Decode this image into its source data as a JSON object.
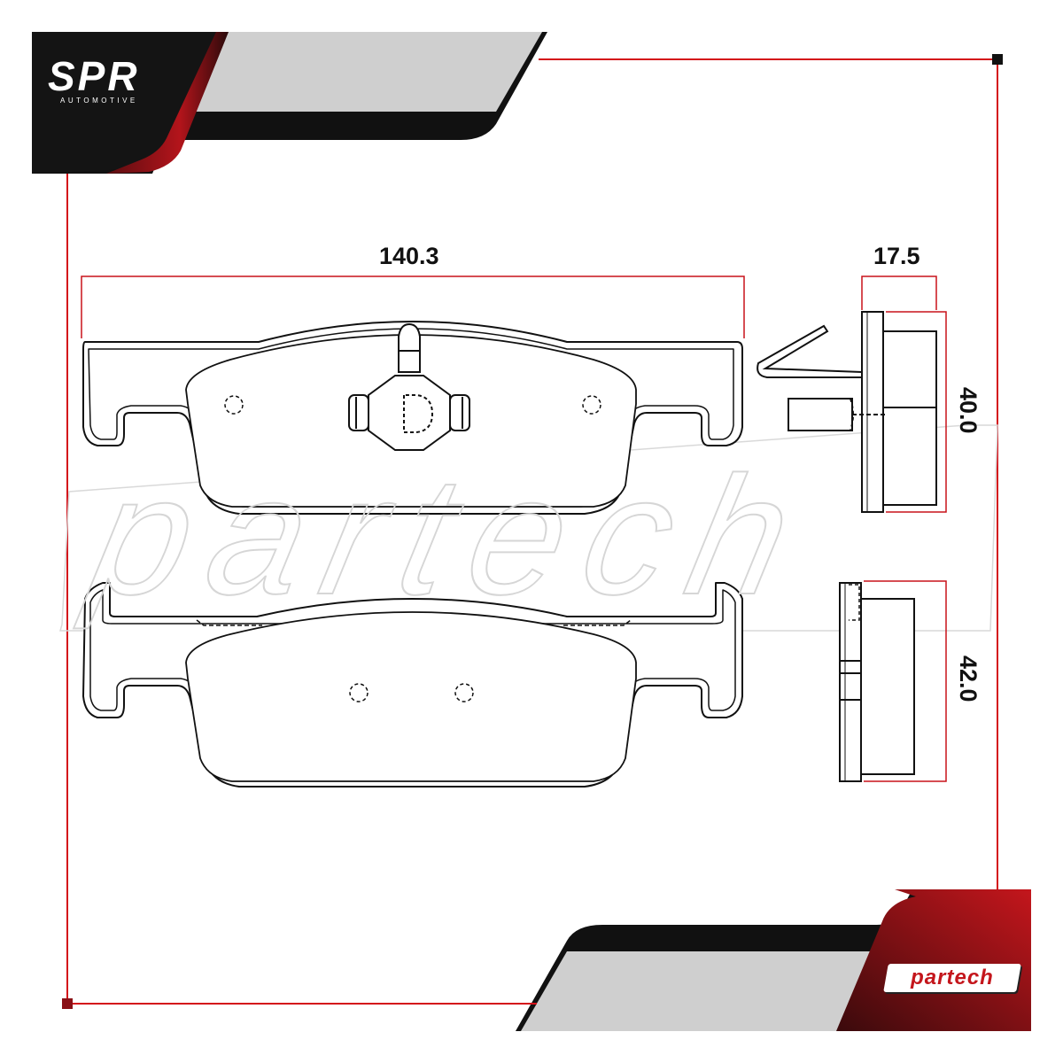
{
  "brand": {
    "spr_name": "SPR",
    "spr_tagline": "AUTOMOTIVE",
    "partech_name": "partech",
    "watermark": "partech"
  },
  "dimensions": {
    "width": "140.3",
    "thickness": "17.5",
    "height_top": "40.0",
    "height_bottom": "42.0"
  },
  "colors": {
    "frame_red": "#d4121a",
    "corner_dark": "#1a1a1a",
    "corner_grey": "#cfcfcf",
    "line": "#111111"
  }
}
